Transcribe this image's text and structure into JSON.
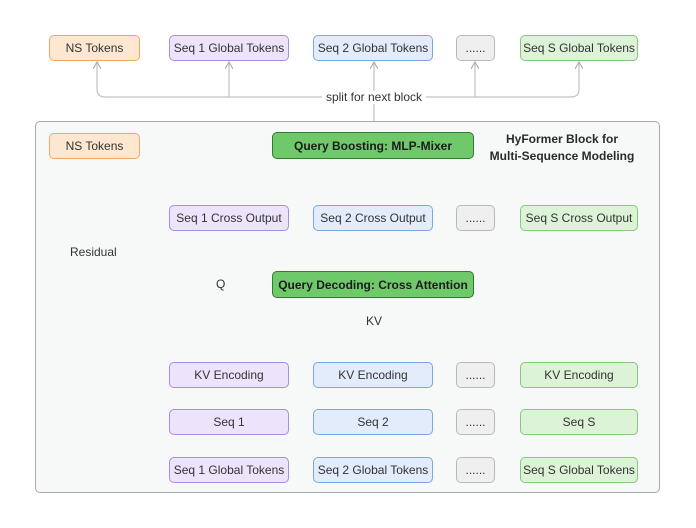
{
  "top_row": {
    "ns_tokens": "NS Tokens",
    "seq1_global": "Seq 1 Global Tokens",
    "seq2_global": "Seq 2 Global Tokens",
    "ellipsis": "......",
    "seqs_global": "Seq S Global Tokens"
  },
  "split_label": "split for next block",
  "block": {
    "title_line1": "HyFormer Block for",
    "title_line2": "Multi-Sequence Modeling",
    "ns_tokens": "NS Tokens",
    "query_boosting": "Query Boosting:  MLP-Mixer",
    "cross_outputs": [
      "Seq 1 Cross Output",
      "Seq 2 Cross Output",
      "......",
      "Seq S Cross Output"
    ],
    "residual_label": "Residual",
    "q_label": "Q",
    "query_decoding": "Query Decoding: Cross Attention",
    "kv_label": "KV",
    "kv_encodings": [
      "KV Encoding",
      "KV Encoding",
      "......",
      "KV Encoding"
    ],
    "seqs": [
      "Seq 1",
      "Seq 2",
      "......",
      "Seq S"
    ],
    "global_tokens": [
      "Seq 1 Global Tokens",
      "Seq 2 Global Tokens",
      "......",
      "Seq S Global Tokens"
    ]
  },
  "colors": {
    "ns": "#fde7d0",
    "seq1": "#ece4fb",
    "seq2": "#e2ecfb",
    "ellipsis": "#efefef",
    "seqS": "#dcf3d7",
    "core": "#6fc96a",
    "arrow": "#b5b5b5"
  }
}
